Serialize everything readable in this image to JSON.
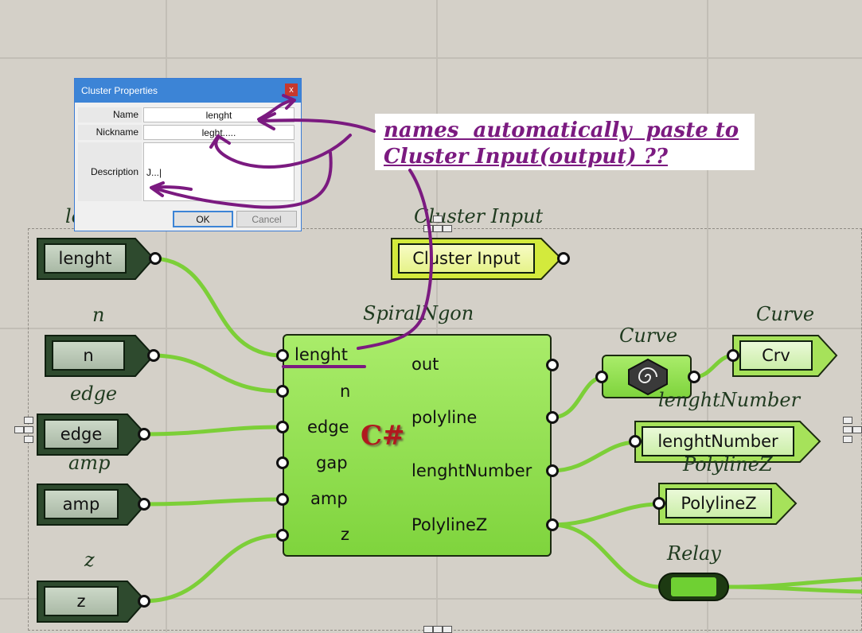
{
  "colors": {
    "canvas": "#d4d0c8",
    "wire": "#7ccf38",
    "component": "#8fdc4a",
    "annotation": "#7b1a80"
  },
  "inputs": [
    {
      "nickname": "le",
      "label": "lenght"
    },
    {
      "nickname": "n",
      "label": "n"
    },
    {
      "nickname": "edge",
      "label": "edge"
    },
    {
      "nickname": "amp",
      "label": "amp"
    },
    {
      "nickname": "z",
      "label": "z"
    }
  ],
  "cluster_input": {
    "nickname": "Cluster Input",
    "label": "Cluster Input"
  },
  "component": {
    "nickname": "SpiralNgon",
    "icon": "csharp-icon",
    "icon_text": "C#",
    "inputs": [
      "lenght",
      "n",
      "edge",
      "gap",
      "amp",
      "z"
    ],
    "outputs": [
      "out",
      "polyline",
      "lenghtNumber",
      "PolylineZ"
    ]
  },
  "curve_component": {
    "nickname": "Curve",
    "icon": "curve-spiral-icon"
  },
  "outputs": [
    {
      "nickname": "Curve",
      "label": "Crv"
    },
    {
      "nickname": "lenghtNumber",
      "label": "lenghtNumber"
    },
    {
      "nickname": "PolylineZ",
      "label": "PolylineZ"
    }
  ],
  "relay": {
    "nickname": "Relay"
  },
  "dialog": {
    "title": "Cluster Properties",
    "close": "x",
    "name_label": "Name",
    "name_value": "lenght",
    "nickname_label": "Nickname",
    "nickname_value": "leght.....",
    "description_label": "Description",
    "description_value": "J...|",
    "ok": "OK",
    "cancel": "Cancel"
  },
  "annotation": {
    "line1": "names  automatically  paste to",
    "line2": "Cluster Input(output) ??"
  }
}
